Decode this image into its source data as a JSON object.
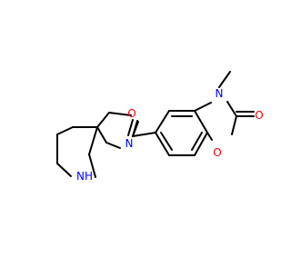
{
  "molecule": {
    "atom_labels": {
      "carbonyl_oxygen": "O",
      "pyrrolidine_nitrogen": "N",
      "piperidine_nh": "NH",
      "benzoxazolone_nitrogen": "N",
      "ring_oxygen": "O",
      "lactam_oxygen": "O"
    },
    "colors": {
      "bond": "#000000",
      "oxygen": "#ff0000",
      "nitrogen": "#0000ff",
      "background": "#ffffff"
    }
  }
}
